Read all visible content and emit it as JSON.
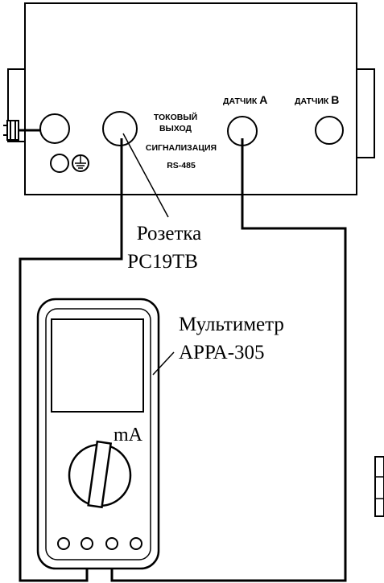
{
  "device": {
    "label_current_output": "ТОКОВЫЙ",
    "label_current_output_2": "ВЫХОД",
    "label_alarm": "СИГНАЛИЗАЦИЯ",
    "label_rs485": "RS-485",
    "label_sensor_a_prefix": "ДАТЧИК",
    "label_sensor_a_letter": "А",
    "label_sensor_b_prefix": "ДАТЧИК",
    "label_sensor_b_letter": "В"
  },
  "callouts": {
    "socket_line1": "Розетка",
    "socket_line2": "РС19ТВ",
    "multimeter_line1": "Мультиметр",
    "multimeter_line2": "АРРА-305"
  },
  "multimeter": {
    "mode_label": "mA"
  },
  "colors": {
    "ink": "#000000",
    "paper": "#ffffff"
  }
}
